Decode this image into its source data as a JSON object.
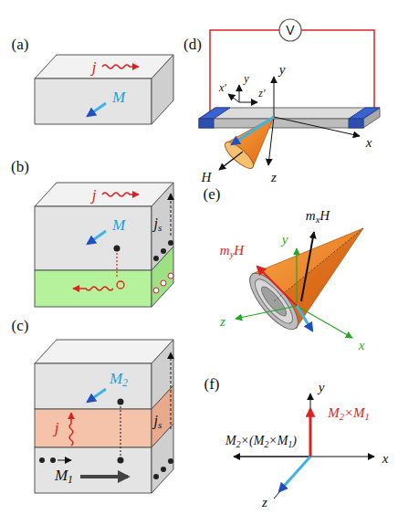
{
  "diagram": {
    "labels": [
      "(a)",
      "j",
      "M",
      "(b)",
      "j",
      "M",
      "js",
      "(c)",
      "M2",
      "j",
      "js",
      "M1",
      "(d)",
      "V",
      "y",
      "x′",
      "z′",
      "y",
      "x",
      "H",
      "z",
      "(e)",
      "mxH",
      "y",
      "myH",
      "z",
      "x",
      "(f)",
      "y",
      "M2×M1",
      "M2×(M2×M1)",
      "x",
      "z"
    ]
  }
}
